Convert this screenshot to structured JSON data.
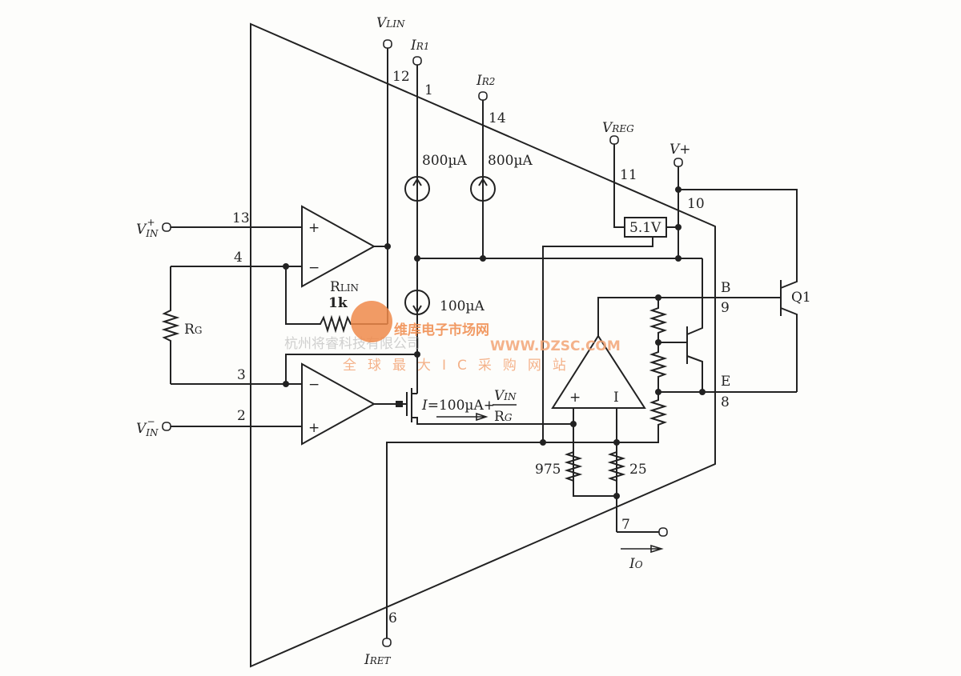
{
  "pins": {
    "vlin": {
      "label": "V",
      "sub": "LIN",
      "num": "12"
    },
    "ir1": {
      "label": "I",
      "sub": "R1",
      "num": "1"
    },
    "ir2": {
      "label": "I",
      "sub": "R2",
      "num": "14"
    },
    "vreg": {
      "label": "V",
      "sub": "REG",
      "num": "11"
    },
    "vplus": {
      "label": "V+",
      "num": "10"
    },
    "vin_plus": {
      "label": "V",
      "sub": "IN",
      "sup": "+",
      "num": "13"
    },
    "vin_minus": {
      "label": "V",
      "sub": "IN",
      "sup": "−",
      "num": "2"
    },
    "pin4": {
      "num": "4"
    },
    "pin3": {
      "num": "3"
    },
    "iret": {
      "label": "I",
      "sub": "RET",
      "num": "6"
    },
    "io": {
      "label": "I",
      "sub": "O",
      "num": "7"
    },
    "base": {
      "label": "B",
      "num": "9"
    },
    "emitter": {
      "label": "E",
      "num": "8"
    }
  },
  "components": {
    "src1": "800µA",
    "src2": "800µA",
    "src3": "100µA",
    "rlin": {
      "label": "R",
      "sub": "LIN",
      "value": "1k"
    },
    "rg": {
      "label": "R",
      "sub": "G"
    },
    "regulator": "5.1V",
    "r975": "975",
    "r25": "25",
    "q1": "Q1",
    "opamp_plus": "+",
    "opamp_minus": "−",
    "opamp3_minus": "I"
  },
  "formula": {
    "lhs": "I",
    "eq": "=100µA+",
    "num": "V",
    "num_sub": "IN",
    "den": "R",
    "den_sub": "G"
  },
  "watermark": {
    "brand": "维库电子市场网",
    "url": "WWW.DZSC.COM",
    "slogan": "全球最大IC采购网站",
    "company": "杭州将睿科技有限公司"
  }
}
